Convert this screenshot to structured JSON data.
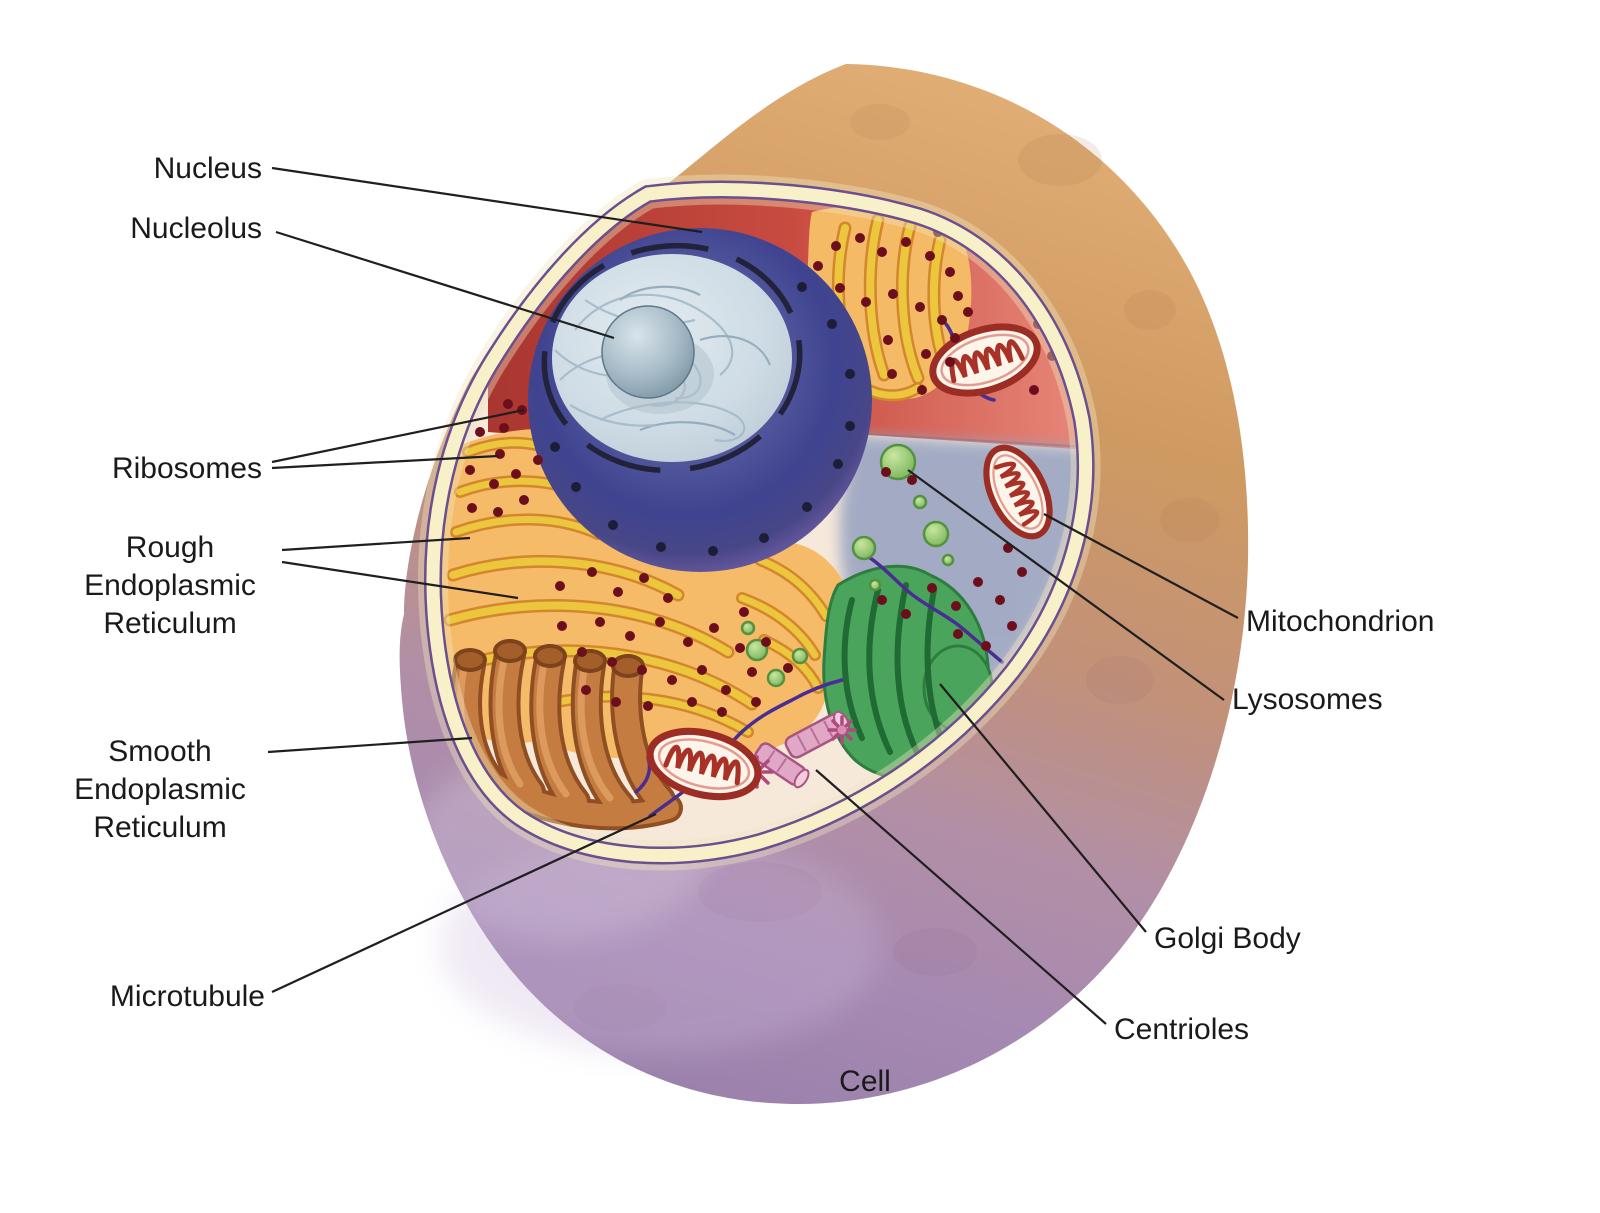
{
  "figure": {
    "caption": "Cell",
    "labels": {
      "nucleus": "Nucleus",
      "nucleolus": "Nucleolus",
      "ribosomes": "Ribosomes",
      "rough_er": "Rough\nEndoplasmic\nReticulum",
      "smooth_er": "Smooth\nEndoplasmic\nReticulum",
      "microtubule": "Microtubule",
      "mitochondrion": "Mitochondrion",
      "lysosomes": "Lysosomes",
      "golgi_body": "Golgi Body",
      "centrioles": "Centrioles"
    },
    "colors": {
      "cell_surface_tan": "#d9a469",
      "cell_surface_purple": "#a287ae",
      "cut_face_red": "#c84b40",
      "membrane_band": "#f7f0c9",
      "membrane_outline": "#6b4f8e",
      "cytoplasm": "#f6e9da",
      "nucleus_blue": "#3f4390",
      "nucleolus_gray": "#8fa6b5",
      "er_orange": "#f6bb68",
      "er_ribbon_yellow": "#ecc63d",
      "smooth_er_brown": "#c57c41",
      "golgi_green": "#4aa45c",
      "lysosome_green": "#8fca77",
      "mitochondrion_red": "#9c2d24",
      "centriole_pink": "#e3aecb",
      "microtubule_purple": "#4a2d92",
      "ribosome_dot": "#6d0e1d",
      "label_text": "#1a1a1a"
    }
  }
}
